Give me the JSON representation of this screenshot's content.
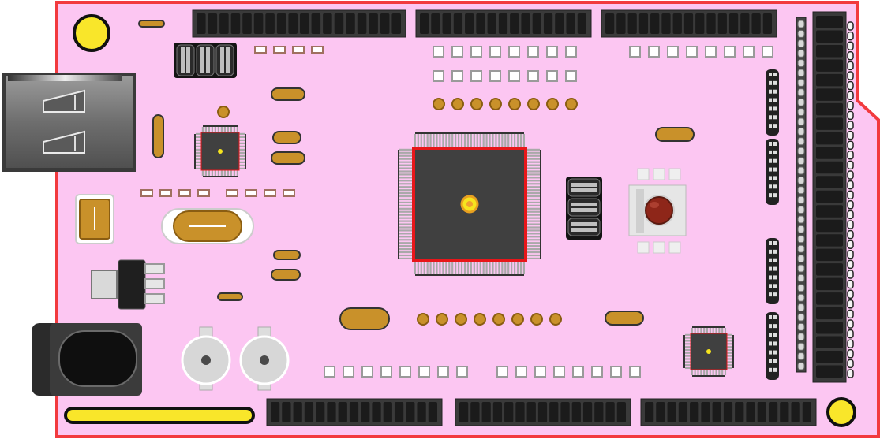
{
  "board": {
    "colors": {
      "pcb_fill": "#fcc6f2",
      "pcb_outline": "#f23a3e",
      "header_body": "#3a3a3a",
      "header_pin": "#1b1b1b",
      "gold_pad": "#c9912a",
      "pad_outline": "#8a5d12",
      "chip_body": "#404040",
      "chip_leg": "#a9a9a9",
      "chip_highlight": "#e8161a",
      "chip_dot": "#f6e41e",
      "mounting_hole": "#f9e62a",
      "smd_outline": "#9a9a9a",
      "smd_small_outline": "#a07060",
      "led": "#8e2619"
    },
    "components": {
      "usb_connector": "usb-connector",
      "dc_barrel_jack": "dc-power-jack",
      "mcu_main": "microcontroller-chip",
      "crystal": "crystal-oscillator",
      "reset_button": "reset-button"
    }
  }
}
